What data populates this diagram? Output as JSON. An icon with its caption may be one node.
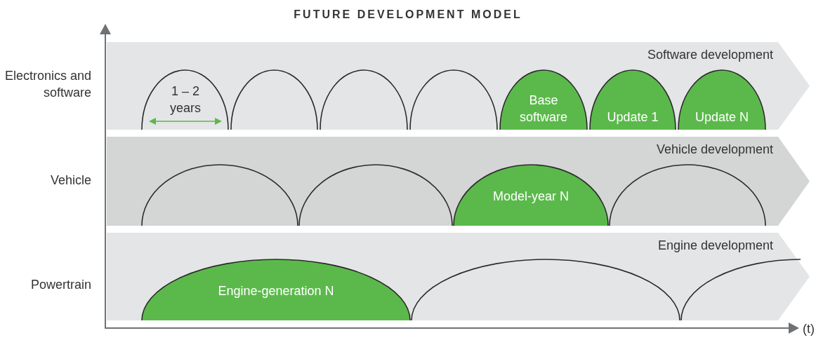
{
  "diagram": {
    "title": "FUTURE DEVELOPMENT MODEL",
    "nodes": [
      {
        "text": [
          "Software development"
        ]
      },
      {
        "text": [],
        "shape": "arch",
        "in": 0
      },
      {
        "text": [],
        "shape": "arch",
        "in": 0
      },
      {
        "text": [],
        "shape": "arch",
        "in": 0
      },
      {
        "text": [],
        "shape": "arch",
        "in": 0
      },
      {
        "text": [
          "Base software"
        ],
        "in": 0
      },
      {
        "text": [
          "Update 1"
        ],
        "in": 0
      },
      {
        "text": [
          "Update N"
        ],
        "in": 0
      },
      {
        "text": [
          "Vehicle development"
        ]
      },
      {
        "text": [],
        "shape": "arch",
        "in": 8
      },
      {
        "text": [],
        "shape": "arch",
        "in": 8
      },
      {
        "text": [
          "Model-year N"
        ],
        "in": 8
      },
      {
        "text": [],
        "shape": "arch",
        "in": 8
      },
      {
        "text": [
          "Engine development"
        ]
      },
      {
        "text": [
          "Engine-generation N"
        ],
        "in": 13
      },
      {
        "text": [],
        "shape": "arch",
        "in": 13
      },
      {
        "text": [],
        "shape": "arch",
        "in": 13
      }
    ],
    "labels": [
      "Electronics and software",
      "1 – 2 years",
      "Vehicle",
      "Powertrain",
      "(t)"
    ]
  }
}
